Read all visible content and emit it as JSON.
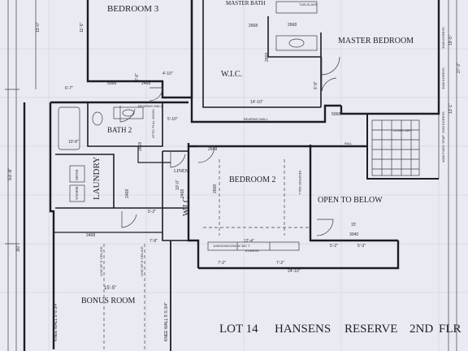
{
  "rooms": {
    "bedroom3": "BEDROOM 3",
    "master_bath": "MASTER BATH",
    "master_bedroom": "MASTER BEDROOM",
    "wic_master": "W.I.C.",
    "bath2": "BATH 2",
    "laundry": "LAUNDRY",
    "linen": "LINEN",
    "bedroom2": "BEDROOM 2",
    "open_to_below": "OPEN TO BELOW",
    "wic_bedroom2": "W.I.C.",
    "bonus_room": "BONUS ROOM",
    "dryer": "DRYER",
    "washer": "WASHER"
  },
  "labels": {
    "bearing_wall_1": "BEARING WALL",
    "bearing_wall_2": "BEARING WALL",
    "bearing_wall_3": "BEARING WALL",
    "down_stair": "DOWN 16R",
    "attic_pull_down": "ATTIC PULL DOWN",
    "egress_1": "3068 EGRESS",
    "egress_2": "3068 EGRESS",
    "egress_3": "4068 FIXED TEMP",
    "egress_4": "2050 EGRESS",
    "line_of_ceiling_1": "LINE OF 8' CEILING",
    "line_of_ceiling_2": "LINE OF 8' CEILING",
    "knee_wall_1": "KNEE WALL 5'-5 3/4\"",
    "knee_wall_2": "KNEE WALL 5'-5 3/4\"",
    "window_note": "1050/2050/1050 W 30C T",
    "window_note_2": "EGRESS",
    "rail": "RAIL",
    "tub_glass": "TUB GLASS"
  },
  "doors": {
    "d1": "5068",
    "d2": "2468",
    "d3": "2668",
    "d4": "2668",
    "d5": "5068",
    "d6": "2668",
    "d7": "2468",
    "d8": "2468",
    "d9": "2468",
    "d10": "2668",
    "d11": "2668",
    "d12": "3040",
    "d13": "2668"
  },
  "dims": {
    "a1": "15'-0\"",
    "a2": "11'-5\"",
    "a3": "6'-7\"",
    "a4": "2'-6\"",
    "a5": "4'-10\"",
    "a6": "14'-10\"",
    "a7": "10'-8\"",
    "a8": "53'-8\"",
    "a9": "30'",
    "a10": "19'-5\"",
    "a11": "12'-1\"",
    "a12": "7'-8\"",
    "a13": "5'-2\"",
    "a14": "12'-4\"",
    "a15": "24'-10\"",
    "a16": "7'-2\"",
    "a17": "7'-2\"",
    "a18": "5'-2\"",
    "a19": "15'",
    "a20": "5'-3\"",
    "a21": "27'-3\"",
    "a22": "6'-9\"",
    "a23": "5'-10\"",
    "a24": "15'-5\"",
    "a25": "10'-0\""
  },
  "title": {
    "lot": "LOT 14",
    "name": "HANSENS",
    "place": "RESERVE",
    "floor": "2ND",
    "abbr": "FLR"
  }
}
